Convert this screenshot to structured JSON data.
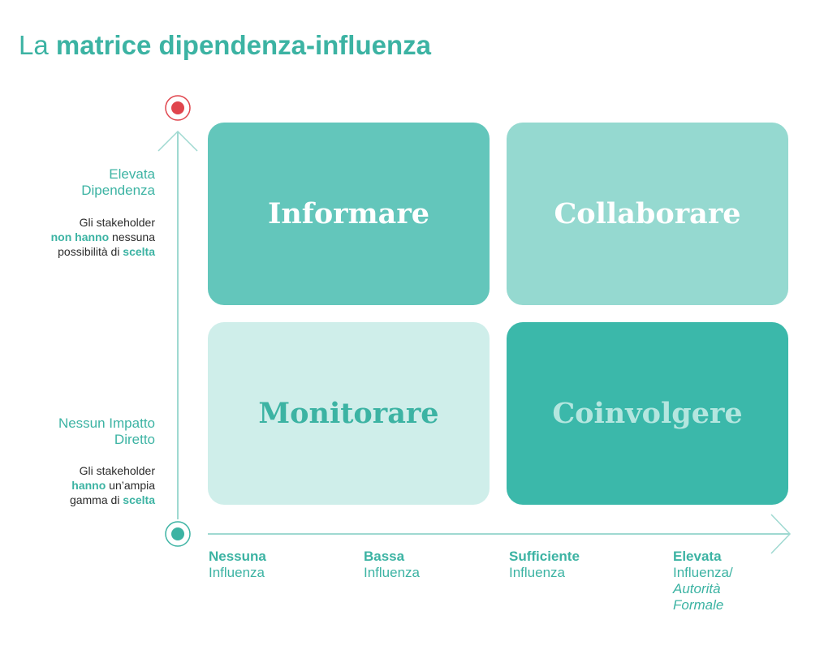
{
  "title": {
    "light": "La",
    "bold": "matrice dipendenza-influenza"
  },
  "quadrants": {
    "top_left": "Informare",
    "top_right": "Collaborare",
    "bottom_left": "Monitorare",
    "bottom_right": "Coinvolgere"
  },
  "y_axis": {
    "high": {
      "label_line1": "Elevata",
      "label_line2": "Dipendenza",
      "desc": {
        "l1": "Gli stakeholder",
        "l2_hl": "non hanno",
        "l2_rest": " nessuna",
        "l3_pre": "possibilità di ",
        "l3_hl": "scelta"
      }
    },
    "low": {
      "label_line1": "Nessun Impatto",
      "label_line2": "Diretto",
      "desc": {
        "l1": "Gli stakeholder",
        "l2_hl": "hanno",
        "l2_rest": " un’ampia",
        "l3_pre": "gamma di ",
        "l3_hl": "scelta"
      }
    }
  },
  "x_axis": [
    {
      "line1": "Nessuna",
      "line2": "Influenza"
    },
    {
      "line1": "Bassa",
      "line2": "Influenza"
    },
    {
      "line1": "Sufficiente",
      "line2": "Influenza"
    },
    {
      "line1": "Elevata",
      "line2": "Influenza/",
      "line3": "Autorità",
      "line4": "Formale"
    }
  ],
  "colors": {
    "accent": "#3cb3a3",
    "red_marker": "#e0454d",
    "axis_line": "#9fd9d1",
    "cell_top_left": "#63c6bb",
    "cell_top_right": "#95d9d0",
    "cell_bottom_left": "#cfeeea",
    "cell_bottom_right": "#3bb8aa"
  }
}
